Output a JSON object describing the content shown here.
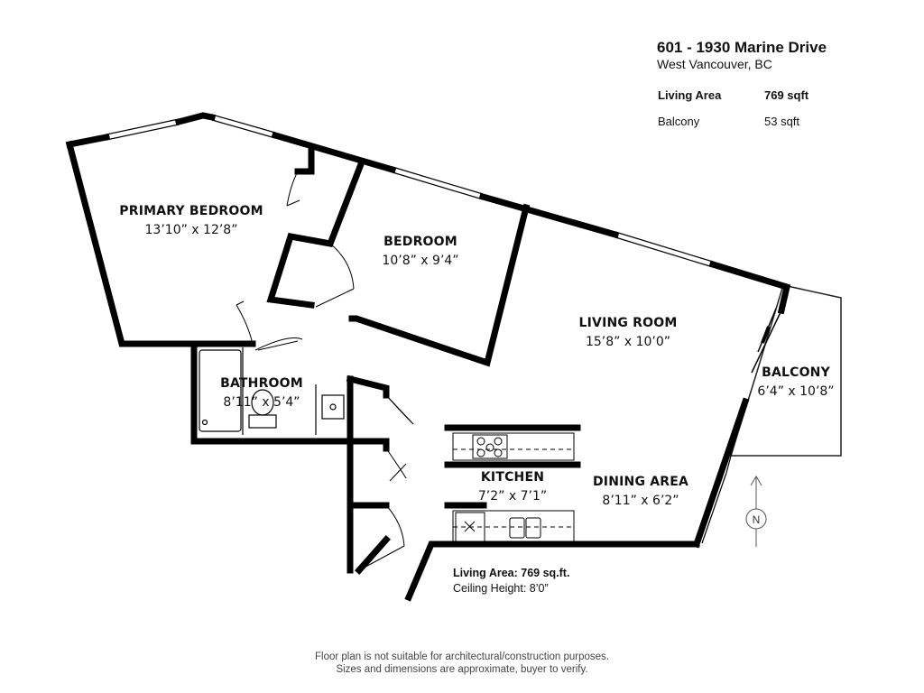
{
  "listing": {
    "address": "601 - 1930 Marine Drive",
    "city": "West Vancouver, BC",
    "stats": [
      {
        "label": "Living Area",
        "value": "769 sqft"
      },
      {
        "label": "Balcony",
        "value": "53 sqft"
      }
    ]
  },
  "rooms": {
    "primary_bedroom": {
      "name": "PRIMARY BEDROOM",
      "dims": "13’10” x 12’8”"
    },
    "bedroom": {
      "name": "BEDROOM",
      "dims": "10’8” x 9’4”"
    },
    "living_room": {
      "name": "LIVING ROOM",
      "dims": "15’8” x 10’0”"
    },
    "balcony": {
      "name": "BALCONY",
      "dims": "6’4” x 10’8”"
    },
    "bathroom": {
      "name": "BATHROOM",
      "dims": "8’11” x 5’4”"
    },
    "kitchen": {
      "name": "KITCHEN",
      "dims": "7’2” x 7’1”"
    },
    "dining_area": {
      "name": "DINING AREA",
      "dims": "8’11” x 6’2”"
    }
  },
  "compass": {
    "label": "N"
  },
  "notes": {
    "living_area": "Living Area: 769 sq.ft.",
    "ceiling_height": "Ceiling Height: 8’0”"
  },
  "disclaimer": {
    "line1": "Floor plan is not suitable for architectural/construction purposes.",
    "line2": "Sizes and dimensions are approximate, buyer to verify."
  }
}
